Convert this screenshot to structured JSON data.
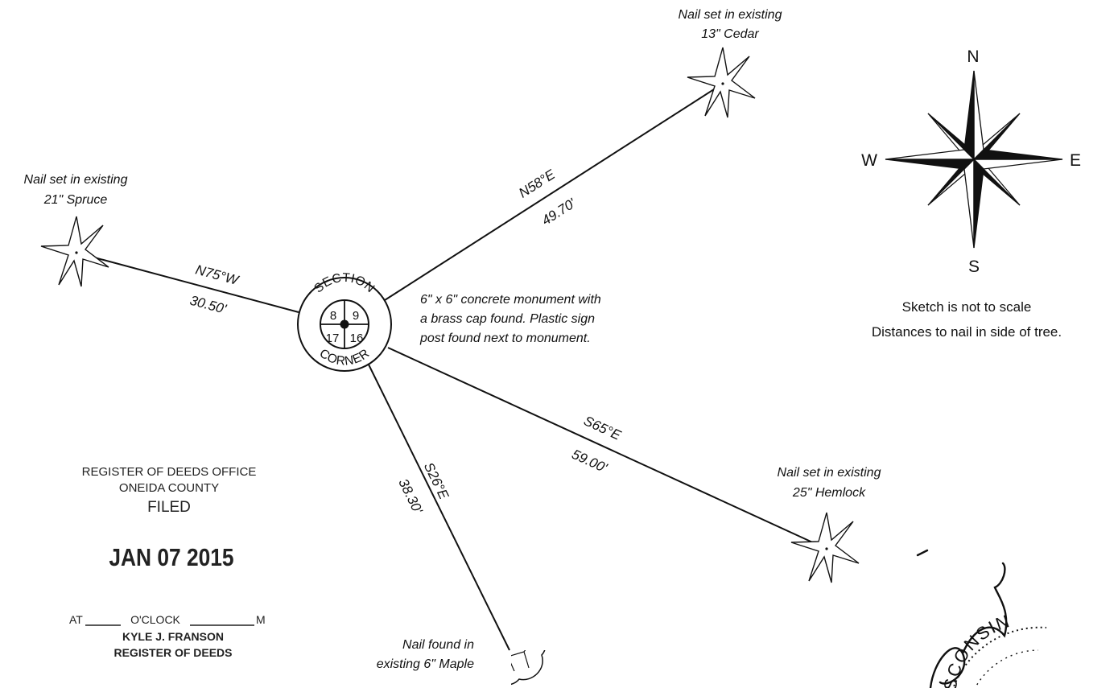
{
  "colors": {
    "ink": "#111111",
    "paper": "#ffffff"
  },
  "compass": {
    "north": "N",
    "south": "S",
    "east": "E",
    "west": "W"
  },
  "monument": {
    "ring_top": "SECTION",
    "ring_bottom": "CORNER",
    "sections": [
      "8",
      "9",
      "17",
      "16"
    ],
    "description": [
      "6\" x 6\" concrete monument with",
      "a brass cap found. Plastic sign",
      "post found next to monument."
    ]
  },
  "ties": {
    "cedar": {
      "bearing": "N58°E",
      "distance": "49.70'",
      "label": [
        "Nail set in existing",
        "13\" Cedar"
      ]
    },
    "spruce": {
      "bearing": "N75°W",
      "distance": "30.50'",
      "label": [
        "Nail set in existing",
        "21\" Spruce"
      ]
    },
    "hemlock": {
      "bearing": "S65°E",
      "distance": "59.00'",
      "label": [
        "Nail set in existing",
        "25\" Hemlock"
      ]
    },
    "maple": {
      "bearing": "S26°E",
      "distance": "38.30'",
      "label": [
        "Nail found in",
        "existing 6\" Maple"
      ]
    }
  },
  "notes": [
    "Sketch is not to scale",
    "Distances to nail in side of tree."
  ],
  "filing_stamp": {
    "office": "REGISTER OF DEEDS OFFICE",
    "county": "ONEIDA COUNTY",
    "status": "FILED",
    "date": "JAN 07 2015",
    "at_prefix": "AT",
    "oclock": "O'CLOCK",
    "meridiem": "M",
    "register_name": "KYLE J. FRANSON",
    "register_title": "REGISTER OF DEEDS"
  },
  "seal": {
    "text": "WISCONSIN"
  }
}
